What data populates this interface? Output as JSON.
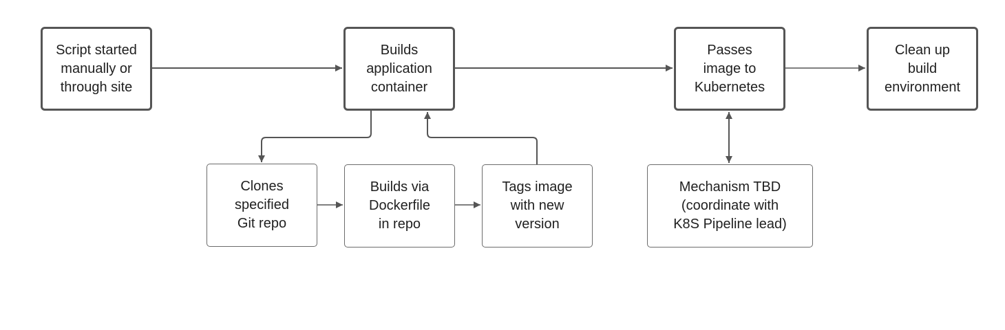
{
  "diagram": {
    "nodes": {
      "script_started": "Script started\nmanually or\nthrough site",
      "builds_container": "Builds\napplication\ncontainer",
      "passes_image": "Passes\nimage to\nKubernetes",
      "clean_up": "Clean up\nbuild\nenvironment",
      "clones_repo": "Clones\nspecified\nGit repo",
      "builds_dockerfile": "Builds via\nDockerfile\nin repo",
      "tags_image": "Tags image\nwith new\nversion",
      "mechanism_tbd": "Mechanism TBD\n(coordinate with\nK8S Pipeline lead)"
    },
    "edges": [
      {
        "from": "script_started",
        "to": "builds_container",
        "direction": "forward"
      },
      {
        "from": "builds_container",
        "to": "passes_image",
        "direction": "forward"
      },
      {
        "from": "passes_image",
        "to": "clean_up",
        "direction": "forward"
      },
      {
        "from": "builds_container",
        "to": "clones_repo",
        "direction": "forward"
      },
      {
        "from": "clones_repo",
        "to": "builds_dockerfile",
        "direction": "forward"
      },
      {
        "from": "builds_dockerfile",
        "to": "tags_image",
        "direction": "forward"
      },
      {
        "from": "tags_image",
        "to": "builds_container",
        "direction": "forward"
      },
      {
        "from": "passes_image",
        "to": "mechanism_tbd",
        "direction": "both"
      }
    ],
    "colors": {
      "stroke": "#555555",
      "text": "#1f1f1f",
      "background": "#ffffff"
    }
  }
}
